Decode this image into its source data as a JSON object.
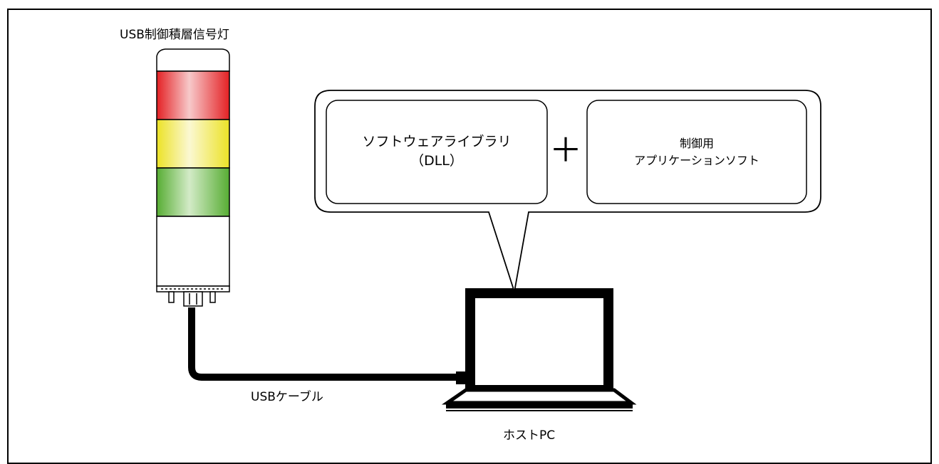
{
  "diagram": {
    "tower_title": "USB制御積層信号灯",
    "cable_label": "USBケーブル",
    "pc_label": "ホストPC",
    "software": {
      "dll_lines": [
        "ソフトウェアライブラリ",
        "（DLL）"
      ],
      "plus": "＋",
      "app_lines": [
        "制御用",
        "アプリケーションソフト"
      ]
    },
    "tower_tiers": [
      {
        "name": "red",
        "color": "#e8262a"
      },
      {
        "name": "yellow",
        "color": "#eee227"
      },
      {
        "name": "green",
        "color": "#5eb33a"
      },
      {
        "name": "white",
        "color": "#ffffff"
      }
    ]
  }
}
